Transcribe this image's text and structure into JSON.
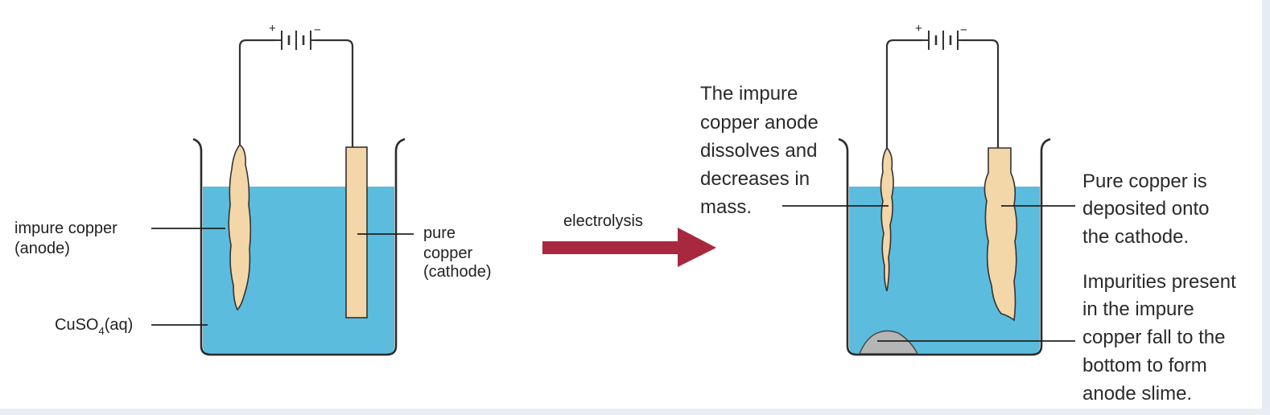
{
  "diagram": {
    "left_labels": {
      "anode_line1": "impure copper",
      "anode_line2": "(anode)",
      "electrolyte_main": "CuSO",
      "electrolyte_sub": "4",
      "electrolyte_state": "(aq)",
      "cathode_line1": "pure",
      "cathode_line2": "copper",
      "cathode_line3": "(cathode)"
    },
    "arrow_label": "electrolysis",
    "right_labels": {
      "anode_note": [
        "The impure",
        "copper anode",
        "dissolves and",
        "decreases in",
        "mass."
      ],
      "cathode_note": [
        "Pure copper is",
        "deposited onto",
        "the cathode."
      ],
      "slime_note": [
        "Impurities present",
        "in the impure",
        "copper fall to the",
        "bottom to form",
        "anode slime."
      ]
    },
    "battery_symbols": {
      "positive": "+",
      "negative": "−"
    },
    "colors": {
      "electrolyte": "#5bbcde",
      "copper": "#f4d7a8",
      "arrow": "#a8283f",
      "slime": "#b5b5b5"
    }
  }
}
